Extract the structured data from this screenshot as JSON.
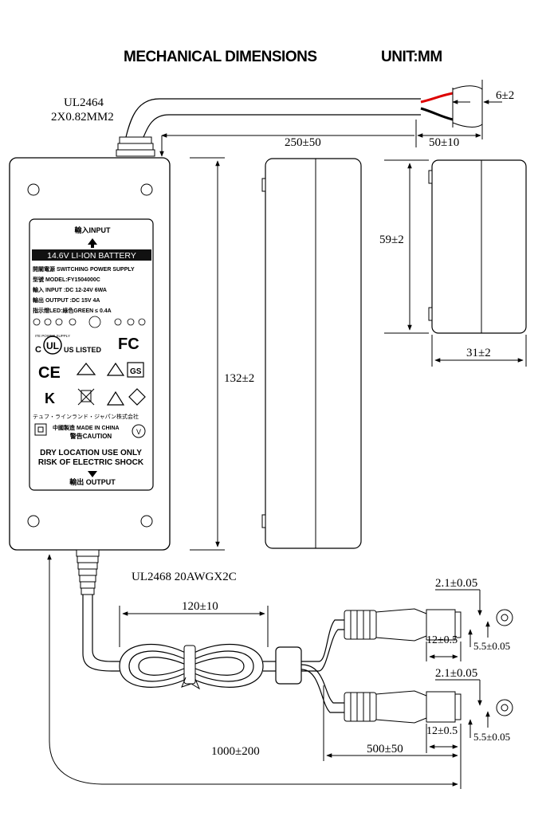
{
  "header": {
    "title": "MECHANICAL DIMENSIONS",
    "unit": "UNIT:MM"
  },
  "input_cable": {
    "spec_line1": "UL2464",
    "spec_line2": "2X0.82MM2",
    "strip_length": "6±2",
    "cable_length": "250±50",
    "jacket_strip": "50±10"
  },
  "body_dims": {
    "length": "132±2",
    "height": "59±2",
    "width": "31±2"
  },
  "label": {
    "input_heading": "輸入INPUT",
    "battery_banner": "14.6V LI-ION BATTERY",
    "lines": [
      "開關電源 SWITCHING POWER SUPPLY",
      "型號 MODEL:FY1504000C",
      "輸入 INPUT :DC 12-24V 6WA",
      "輸出 OUTPUT :DC 15V 4A",
      "指示燈LED:綠色GREEN ≤ 0.4A"
    ],
    "ul_listed": "US LISTED",
    "ite_line": "ITE POWER SUPPLY",
    "tuv_line": "テュフ・ラインランド・ジャパン株式会社",
    "made_in": "中國製造 MADE IN CHINA",
    "caution": "警告CAUTION",
    "warning_line1": "DRY LOCATION USE ONLY",
    "warning_line2": "RISK OF ELECTRIC SHOCK",
    "output_heading": "輸出 OUTPUT"
  },
  "output_cable": {
    "spec": "UL2468 20AWGX2C",
    "loop_length": "120±10",
    "total_length": "1000±200",
    "split_length": "500±50",
    "plugs": [
      {
        "inner_dia": "2.1±0.05",
        "barrel_len": "12±0.5",
        "outer_dia": "5.5±0.05"
      },
      {
        "inner_dia": "2.1±0.05",
        "barrel_len": "12±0.5",
        "outer_dia": "5.5±0.05"
      }
    ]
  }
}
